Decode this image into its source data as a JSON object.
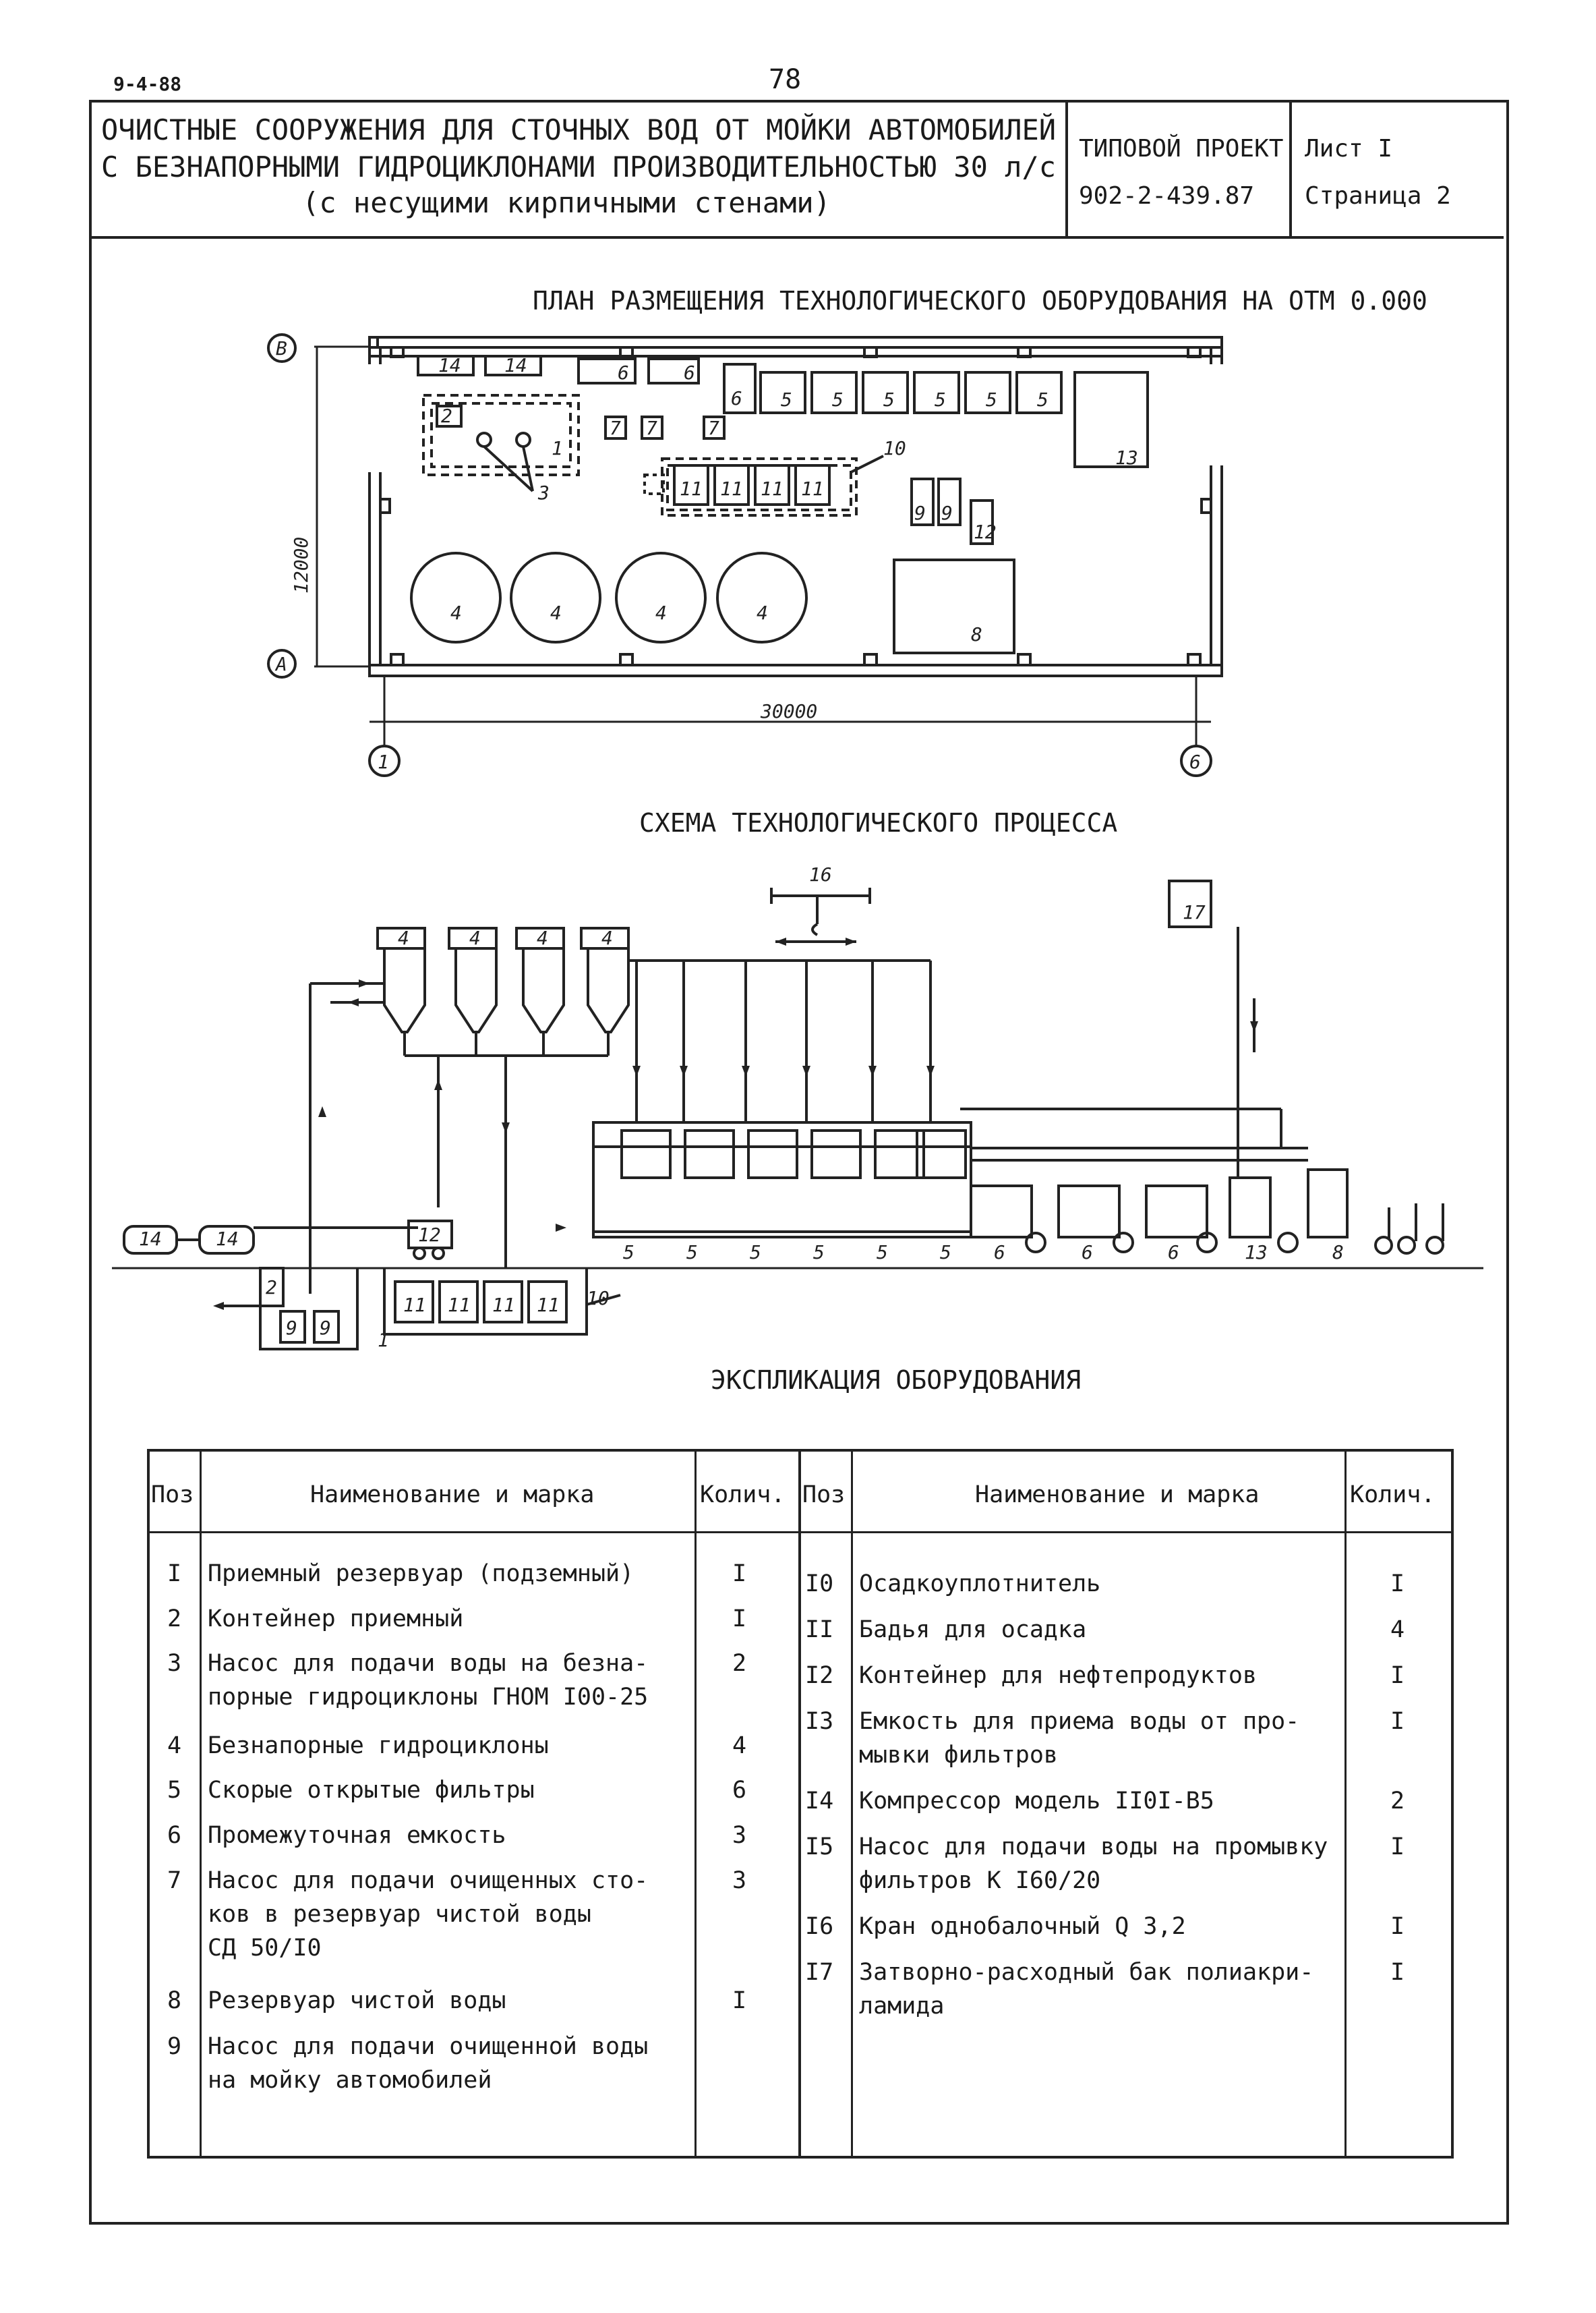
{
  "doc_code": "9-4-88",
  "page_number": "78",
  "header": {
    "title_lines": [
      "ОЧИСТНЫЕ СООРУЖЕНИЯ ДЛЯ СТОЧНЫХ ВОД ОТ МОЙКИ АВТОМОБИЛЕЙ",
      "С БЕЗНАПОРНЫМИ ГИДРОЦИКЛОНАМИ ПРОИЗВОДИТЕЛЬНОСТЬЮ 30 л/с",
      "(с несущими кирпичными стенами)"
    ],
    "project_label": "ТИПОВОЙ ПРОЕКТ",
    "project_number": "902-2-439.87",
    "sheet": "Лист  I",
    "page": "Страница  2"
  },
  "plan": {
    "title": "ПЛАН РАЗМЕЩЕНИЯ ТЕХНОЛОГИЧЕСКОГО ОБОРУДОВАНИЯ  НА ОТМ 0.000",
    "axis_top": "В",
    "axis_bottom": "А",
    "axis_left": "1",
    "axis_right": "6",
    "dim_width": "30000",
    "dim_height": "12000",
    "labels": {
      "p14": "14",
      "p6": "6",
      "p5": "5",
      "p2": "2",
      "p1": "1",
      "p3": "3",
      "p7": "7",
      "p10": "10",
      "p11": "11",
      "p12": "12",
      "p9": "9",
      "p4": "4",
      "p8": "8",
      "p13": "13"
    }
  },
  "scheme": {
    "title": "СХЕМА ТЕХНОЛОГИЧЕСКОГО ПРОЦЕССА",
    "labels": {
      "p16": "16",
      "p17": "17",
      "p4": "4",
      "p12": "12",
      "p14": "14",
      "p2": "2",
      "p9": "9",
      "p1": "1",
      "p11": "11",
      "p10": "10",
      "p5": "5",
      "p6": "6",
      "p13": "13",
      "p8": "8"
    }
  },
  "explication": {
    "title": "ЭКСПЛИКАЦИЯ ОБОРУДОВАНИЯ",
    "col_pos": "Поз",
    "col_name": "Наименование и марка",
    "col_qty": "Колич.",
    "left": [
      {
        "pos": "I",
        "lines": [
          "Приемный резервуар (подземный)"
        ],
        "qty": "I"
      },
      {
        "pos": "2",
        "lines": [
          "Контейнер приемный"
        ],
        "qty": "I"
      },
      {
        "pos": "3",
        "lines": [
          "Насос для подачи воды на безна-",
          "порные гидроциклоны ГНОМ I00-25"
        ],
        "qty": "2"
      },
      {
        "pos": "4",
        "lines": [
          "Безнапорные гидроциклоны"
        ],
        "qty": "4"
      },
      {
        "pos": "5",
        "lines": [
          "Скорые открытые фильтры"
        ],
        "qty": "6"
      },
      {
        "pos": "6",
        "lines": [
          "Промежуточная емкость"
        ],
        "qty": "3"
      },
      {
        "pos": "7",
        "lines": [
          "Насос для подачи очищенных сто-",
          "ков в резервуар чистой воды",
          "СД 50/I0"
        ],
        "qty": "3"
      },
      {
        "pos": "8",
        "lines": [
          "Резервуар чистой воды"
        ],
        "qty": "I"
      },
      {
        "pos": "9",
        "lines": [
          "Насос для подачи очищенной воды",
          "на мойку автомобилей"
        ],
        "qty": ""
      }
    ],
    "right": [
      {
        "pos": "I0",
        "lines": [
          "Осадкоуплотнитель"
        ],
        "qty": "I"
      },
      {
        "pos": "II",
        "lines": [
          "Бадья для осадка"
        ],
        "qty": "4"
      },
      {
        "pos": "I2",
        "lines": [
          "Контейнер для нефтепродуктов"
        ],
        "qty": "I"
      },
      {
        "pos": "I3",
        "lines": [
          "Емкость для приема воды от про-",
          "мывки фильтров"
        ],
        "qty": "I"
      },
      {
        "pos": "I4",
        "lines": [
          "Компрессор  модель  II0I-В5"
        ],
        "qty": "2"
      },
      {
        "pos": "I5",
        "lines": [
          "Насос для подачи воды на промывку",
          "фильтров  К I60/20"
        ],
        "qty": "I"
      },
      {
        "pos": "I6",
        "lines": [
          "Кран однобалочный Q 3,2"
        ],
        "qty": "I"
      },
      {
        "pos": "I7",
        "lines": [
          "Затворно-расходный бак полиакри-",
          "ламида"
        ],
        "qty": "I"
      }
    ]
  }
}
